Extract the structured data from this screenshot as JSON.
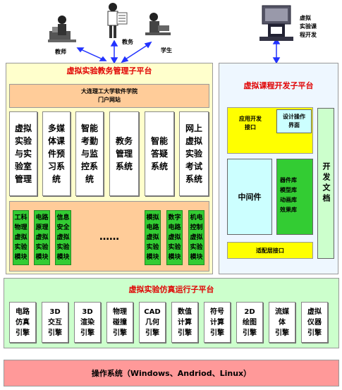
{
  "top": {
    "users": [
      {
        "id": "teacher",
        "label": "教师"
      },
      {
        "id": "admin",
        "label": "教务"
      },
      {
        "id": "student",
        "label": "学生"
      }
    ],
    "developer_label": [
      "虚拟",
      "实验课",
      "程开发"
    ]
  },
  "management": {
    "title": "虚拟实验教务管理子平台",
    "portal": [
      "大连理工大学软件学院",
      "门户网站"
    ],
    "systems": [
      "虚拟实验与实验室管理",
      "多媒体课件预习系统",
      "智能考勤与监控系统",
      "教务管理系统",
      "智能答疑系统",
      "网上虚拟实验考试系统"
    ],
    "left_modules": [
      [
        "工科",
        "物理",
        "虚拟",
        "实验",
        "模块"
      ],
      [
        "电路",
        "原理",
        "虚拟",
        "实验",
        "模块"
      ],
      [
        "信息",
        "安全",
        "虚拟",
        "实验",
        "模块"
      ]
    ],
    "ellipsis": "……",
    "right_modules": [
      [
        "模拟",
        "电路",
        "虚拟",
        "实验",
        "模块"
      ],
      [
        "数字",
        "电路",
        "虚拟",
        "实验",
        "模块"
      ],
      [
        "机电",
        "控制",
        "虚拟",
        "实验",
        "模块"
      ]
    ]
  },
  "development": {
    "title": "虚拟课程开发子平台",
    "app_interface": [
      "应用开发",
      "接口"
    ],
    "design_ui": [
      "设计操作",
      "界面"
    ],
    "middleware": "中间件",
    "libraries": [
      "器件库",
      "模型库",
      "动画库",
      "效果库"
    ],
    "adapter": "适配层接口",
    "docs": "开发文档"
  },
  "runtime": {
    "title": "虚拟实验仿真运行子平台",
    "engines": [
      [
        "电路",
        "仿真",
        "引擎"
      ],
      [
        "3D",
        "交互",
        "引擎"
      ],
      [
        "3D",
        "渲染",
        "引擎"
      ],
      [
        "物理",
        "碰撞",
        "引擎"
      ],
      [
        "CAD",
        "几何",
        "引擎"
      ],
      [
        "数值",
        "计算",
        "引擎"
      ],
      [
        "符号",
        "计算",
        "引擎"
      ],
      [
        "2D",
        "绘图",
        "引擎"
      ],
      [
        "流媒",
        "体",
        "引擎"
      ],
      [
        "虚拟",
        "仪器",
        "引擎"
      ]
    ]
  },
  "os": {
    "label": "操作系统（Windows、Andriod、Linux）"
  },
  "colors": {
    "red_title": "#e00000",
    "light_yellow": "#ffffcc",
    "orange_portal": "#ffcc99",
    "yellow": "#ffff00",
    "green": "#33cc33",
    "cyan_light": "#ccffff",
    "green_light": "#ccffcc",
    "light_blue_bg": "#eef7ff",
    "os_pink": "#ff9999",
    "arrow_blue": "#2233ff"
  }
}
